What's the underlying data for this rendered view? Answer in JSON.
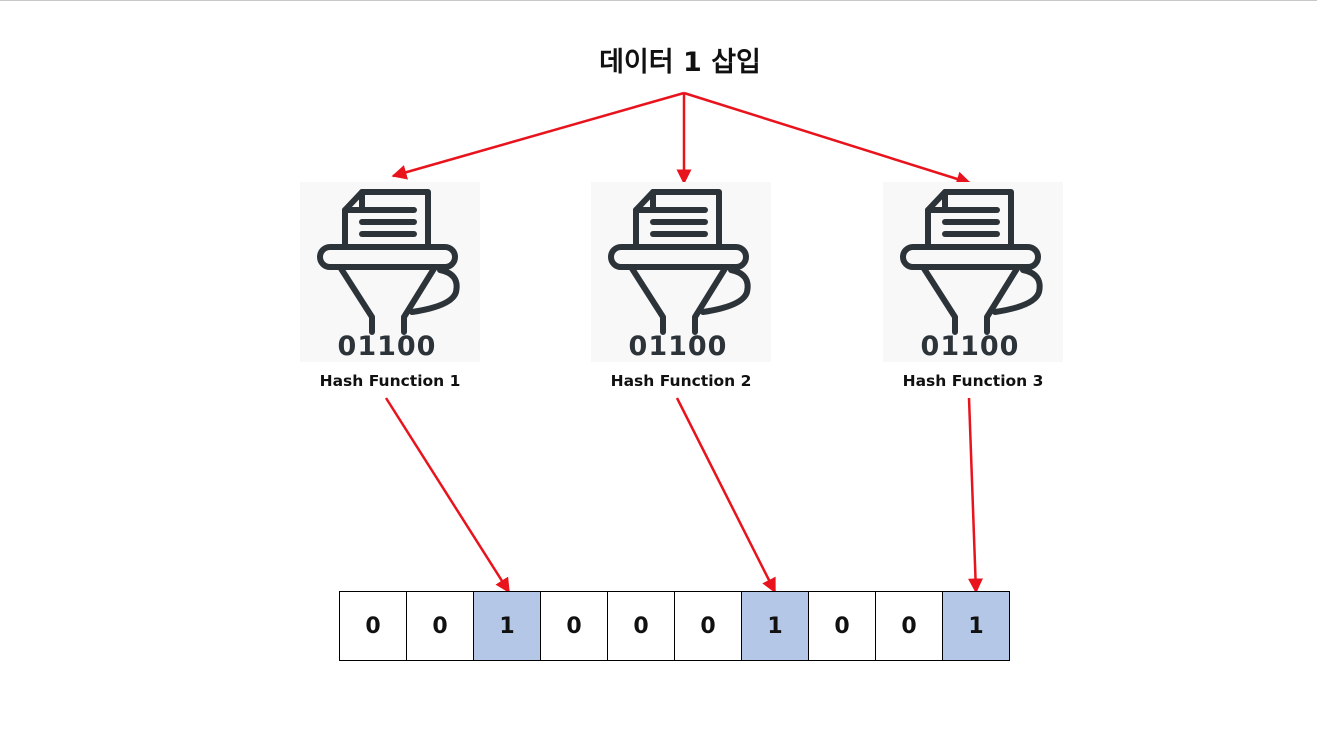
{
  "title": "데이터 1 삽입",
  "colors": {
    "arrow": "#e8131c",
    "set_cell_fill": "#b4c7e7",
    "icon_stroke": "#2d3439"
  },
  "icon_name": "hash-funnel-icon",
  "hash_functions": [
    {
      "label": "Hash Function 1",
      "icon_text": "01100",
      "target_index": 2
    },
    {
      "label": "Hash Function 2",
      "icon_text": "01100",
      "target_index": 6
    },
    {
      "label": "Hash Function 3",
      "icon_text": "01100",
      "target_index": 9
    }
  ],
  "bit_array": [
    "0",
    "0",
    "1",
    "0",
    "0",
    "0",
    "1",
    "0",
    "0",
    "1"
  ]
}
